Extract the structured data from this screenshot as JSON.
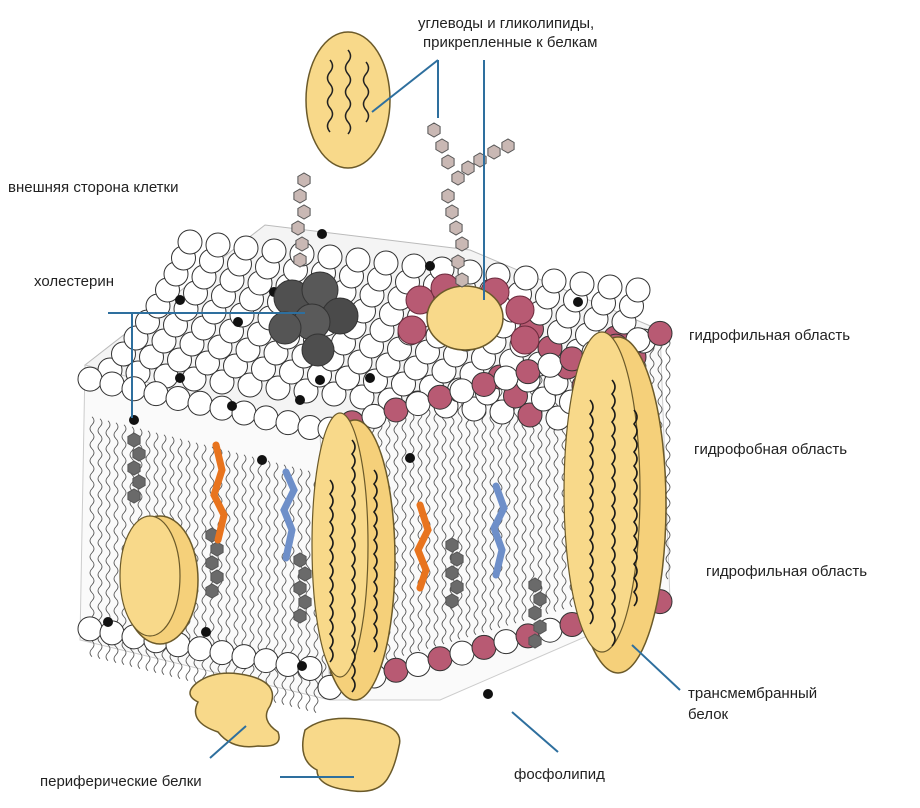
{
  "labels": {
    "carbohydrates_line1": "углеводы и гликолипиды,",
    "carbohydrates_line2": "прикрепленные к белкам",
    "outer_side": "внешняя сторона клетки",
    "cholesterol": "холестерин",
    "hydrophilic_top": "гидрофильная область",
    "hydrophobic": "гидрофобная область",
    "hydrophilic_bottom": "гидрофильная область",
    "transmembrane_line1": "трансмембранный",
    "transmembrane_line2": "белок",
    "phospholipid": "фосфолипид",
    "peripheral": "периферические белки"
  },
  "colors": {
    "protein_fill": "#F8D98A",
    "protein_stroke": "#6b5a2a",
    "head_white": "#ffffff",
    "head_pink": "#B85A73",
    "cholesterol_gray": "#505050",
    "sugar_chain": "#C9B8B4",
    "leader_line": "#2E6F9E",
    "orange_tail": "#E8741E",
    "blue_tail": "#6E8FC9",
    "tail_line": "#555555"
  }
}
